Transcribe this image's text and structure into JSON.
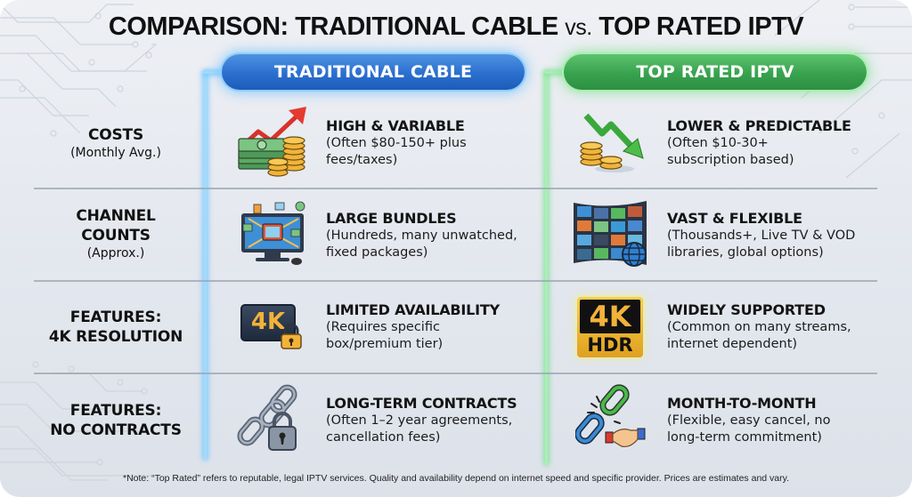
{
  "title": {
    "left": "COMPARISON: TRADITIONAL CABLE",
    "vs": "vs.",
    "right": "TOP RATED IPTV"
  },
  "columns": {
    "cable": {
      "label": "TRADITIONAL CABLE",
      "color": "#2a6fcf"
    },
    "iptv": {
      "label": "TOP RATED IPTV",
      "color": "#38a24e"
    }
  },
  "rows": [
    {
      "label_main": "COSTS",
      "label_sub": "(Monthly Avg.)",
      "cable": {
        "icon": "money-rising-arrow-icon",
        "head": "HIGH & VARIABLE",
        "desc1": "(Often $80-150+ plus",
        "desc2": "fees/taxes)"
      },
      "iptv": {
        "icon": "coins-falling-arrow-icon",
        "head": "LOWER & PREDICTABLE",
        "desc1": "(Often $10-30+",
        "desc2": "subscription based)"
      }
    },
    {
      "label_main": "CHANNEL",
      "label_main2": "COUNTS",
      "label_sub": "(Approx.)",
      "cable": {
        "icon": "cluttered-tv-icon",
        "head": "LARGE BUNDLES",
        "desc1": "(Hundreds, many unwatched,",
        "desc2": "fixed packages)"
      },
      "iptv": {
        "icon": "video-wall-globe-icon",
        "head": "VAST & FLEXIBLE",
        "desc1": "(Thousands+, Live TV & VOD",
        "desc2": "libraries, global options)"
      }
    },
    {
      "label_main": "FEATURES:",
      "label_main2": "4K RESOLUTION",
      "cable": {
        "icon": "4k-locked-icon",
        "icon_text": "4K",
        "head": "LIMITED AVAILABILITY",
        "desc1": "(Requires specific",
        "desc2": "box/premium tier)"
      },
      "iptv": {
        "icon": "4k-hdr-badge-icon",
        "icon_text": "4K",
        "icon_text2": "HDR",
        "head": "WIDELY SUPPORTED",
        "desc1": "(Common on many streams,",
        "desc2": "internet dependent)"
      }
    },
    {
      "label_main": "FEATURES:",
      "label_main2": "NO CONTRACTS",
      "cable": {
        "icon": "chain-padlock-icon",
        "head": "LONG-TERM CONTRACTS",
        "desc1": "(Often 1–2 year agreements,",
        "desc2": "cancellation fees)"
      },
      "iptv": {
        "icon": "broken-chain-handshake-icon",
        "head": "MONTH-TO-MONTH",
        "desc1": "(Flexible, easy cancel, no",
        "desc2": "long-term commitment)"
      }
    }
  ],
  "note": "*Note: “Top Rated” refers to reputable, legal IPTV services. Quality and availability depend on internet speed and specific provider. Prices are estimates and vary."
}
